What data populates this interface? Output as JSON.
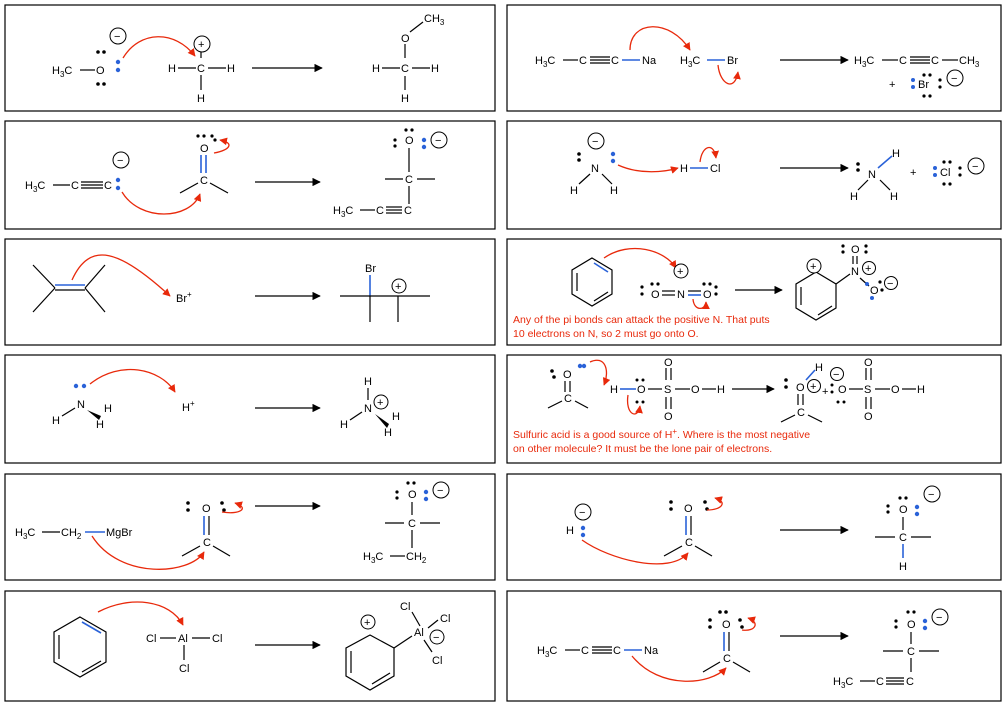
{
  "colors": {
    "arrow": "#e8290b",
    "bond_highlight": "#2a62d8",
    "text": "#000000"
  },
  "glyphs": {
    "plus": "+",
    "minus": "−"
  },
  "atoms": {
    "H3C": "H3C",
    "H3C_H": "H",
    "H3C_C": "C",
    "H3C_3": "3",
    "CH3": "CH3",
    "CH3_C": "CH",
    "CH3_3": "3",
    "CH2": "CH2",
    "CH2_C": "CH",
    "CH2_2": "2",
    "H": "H",
    "C": "C",
    "O": "O",
    "N": "N",
    "S": "S",
    "Na": "Na",
    "Br": "Br",
    "Cl": "Cl",
    "Al": "Al",
    "Mg": "MgBr",
    "Hplus": "H+",
    "Hplus_H": "H",
    "Hplus_sup": "+",
    "Brplus": "Br+",
    "Brplus_Br": "Br",
    "Brplus_sup": "+"
  },
  "notes": {
    "nitration_1": "Any of the pi bonds can attack the positive N.  That puts",
    "nitration_2": "10 electrons on N, so 2 must go onto O.",
    "sulfuric_1": "Sulfuric acid is a good source of H+. Where is the most negative",
    "sulfuric_1a": "Sulfuric acid is a good source of H",
    "sulfuric_1b": ". Where is the most negative",
    "sulfuric_2": "on other molecule? It must be the lone pair of electrons."
  }
}
